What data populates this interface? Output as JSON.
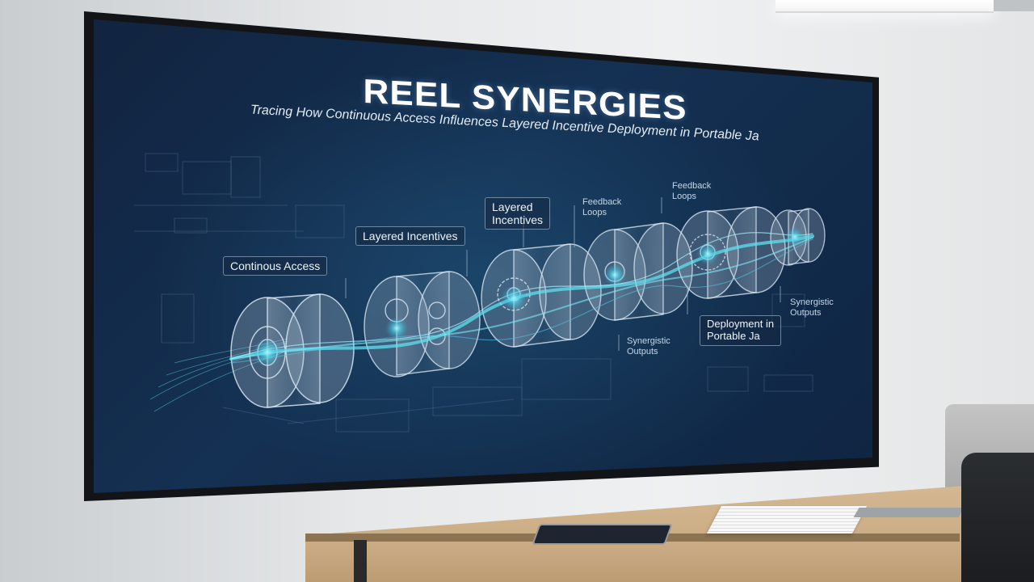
{
  "screen": {
    "title": "REEL SYNERGIES",
    "subtitle": "Tracing How Continuous Access Influences Layered Incentive Deployment in Portable Ja"
  },
  "labels": {
    "continous_access": "Continous Access",
    "layered_incentives_1": "Layered Incentives",
    "layered_incentives_2_line1": "Layered",
    "layered_incentives_2_line2": "Incentives",
    "feedback_loops_1_line1": "Feedback",
    "feedback_loops_1_line2": "Loops",
    "feedback_loops_2_line1": "Feedback",
    "feedback_loops_2_line2": "Loops",
    "synergistic_outputs_1_line1": "Synergistic",
    "synergistic_outputs_1_line2": "Outputs",
    "synergistic_outputs_2_line1": "Synergistic",
    "synergistic_outputs_2_line2": "Outputs",
    "deployment_line1": "Deployment in",
    "deployment_line2": "Portable Ja"
  },
  "colors": {
    "screen_bg": "#143052",
    "glow": "#5ee0f0",
    "table": "#c9aa82"
  }
}
